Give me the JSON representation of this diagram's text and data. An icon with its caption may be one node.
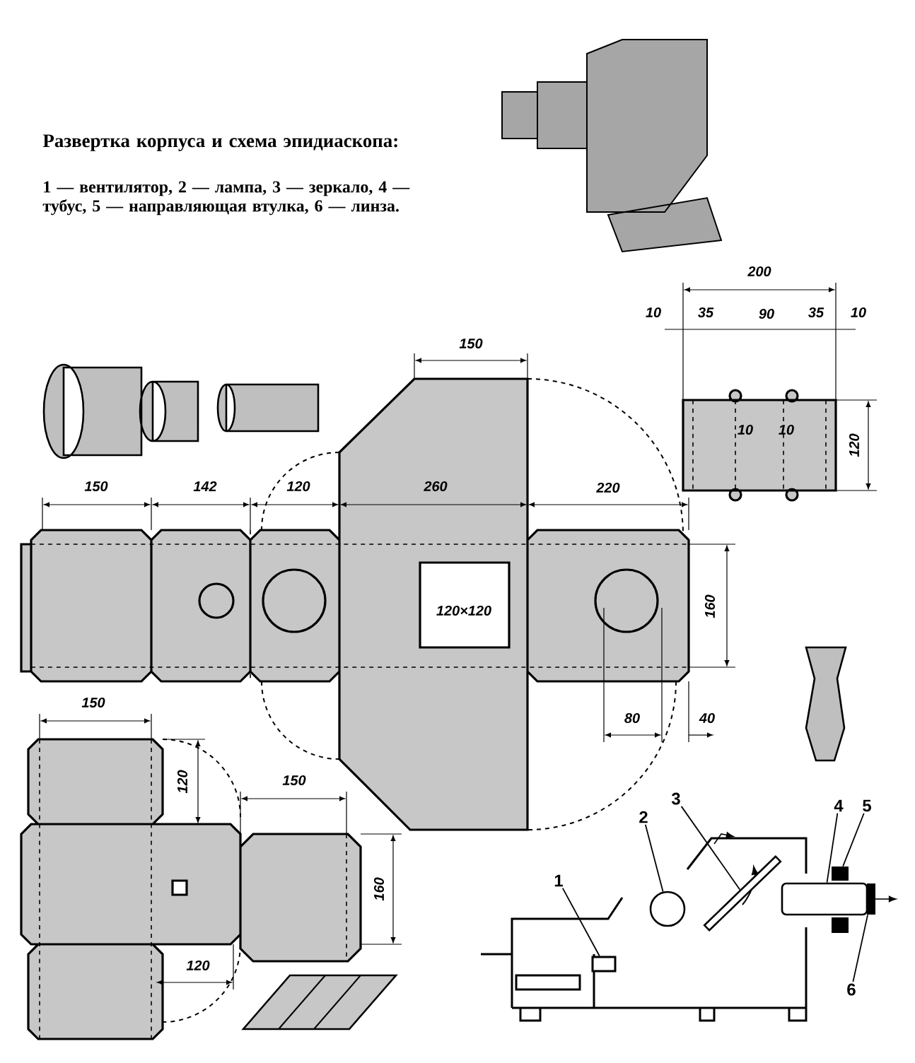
{
  "diagram": {
    "title": "Развертка корпуса и схема эпидиаскопа:",
    "caption": "1 — вентилятор, 2 — лампа, 3 — зеркало, 4 — тубус, 5 — направляющая втулка, 6 — линза.",
    "nodes": [
      {
        "text": [
          "1"
        ]
      },
      {
        "text": [
          "2"
        ]
      },
      {
        "text": [
          "3"
        ]
      },
      {
        "text": [
          "4"
        ]
      },
      {
        "text": [
          "5"
        ]
      },
      {
        "text": [
          "6"
        ]
      },
      {
        "text": [],
        "shape": "box"
      },
      {
        "text": [],
        "shape": "circle"
      },
      {
        "text": [],
        "shape": "bar"
      },
      {
        "text": [],
        "shape": "cylinder"
      },
      {
        "text": [],
        "shape": "box"
      },
      {
        "text": [],
        "shape": "box"
      }
    ],
    "edges": [
      {
        "from": 0,
        "to": 6,
        "arrow": "none"
      },
      {
        "from": 1,
        "to": 7,
        "arrow": "none"
      },
      {
        "from": 2,
        "to": 8,
        "arrow": "none"
      },
      {
        "from": 3,
        "to": 9,
        "arrow": "none"
      },
      {
        "from": 4,
        "to": 10,
        "arrow": "none"
      },
      {
        "from": 5,
        "to": 11,
        "arrow": "none"
      }
    ],
    "labels": [
      "150",
      "200",
      "10",
      "35",
      "90",
      "35",
      "10",
      "10",
      "10",
      "120",
      "150",
      "142",
      "120",
      "260",
      "220",
      "120×120",
      "160",
      "80",
      "40",
      "150",
      "120",
      "150",
      "160",
      "120"
    ]
  }
}
